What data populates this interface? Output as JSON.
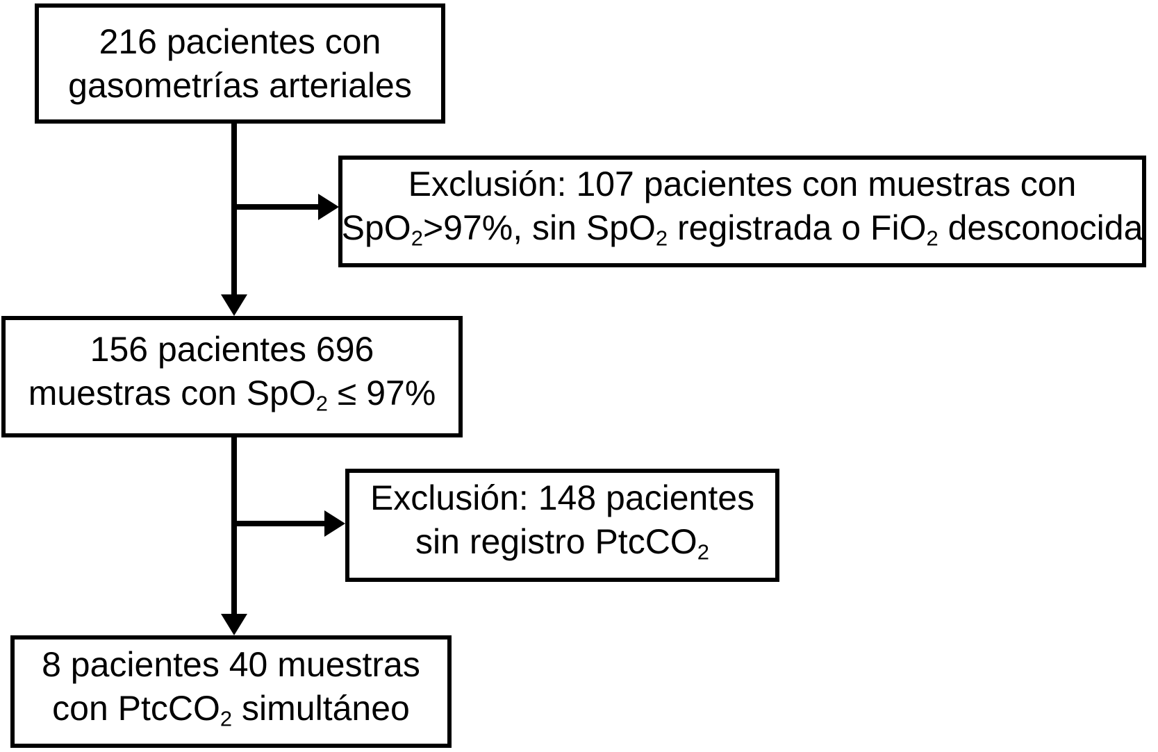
{
  "diagram": {
    "type": "flowchart",
    "language": "es",
    "background_color": "#ffffff",
    "line_color": "#000000",
    "nodes": {
      "total_patients": {
        "line1": "216 pacientes con",
        "line2": "gasometrías arteriales"
      },
      "exclusion1": {
        "line1": "Exclusión: 107 pacientes con muestras con",
        "line2_seg1": "SpO",
        "line2_sub1": "2",
        "line2_seg2": ">97%, sin SpO",
        "line2_sub2": "2",
        "line2_seg3": " registrada o FiO",
        "line2_sub3": "2",
        "line2_seg4": " desconocida"
      },
      "included_samples": {
        "line1": "156 pacientes 696",
        "line2_seg1": "muestras con SpO",
        "line2_sub1": "2",
        "line2_seg2": " ≤ 97%"
      },
      "exclusion2": {
        "line1": "Exclusión: 148 pacientes",
        "line2_seg1": "sin registro PtcCO",
        "line2_sub1": "2"
      },
      "final_patients": {
        "line1": "8 pacientes 40 muestras",
        "line2_seg1": "con PtcCO",
        "line2_sub1": "2",
        "line2_seg2": " simultáneo"
      }
    }
  }
}
